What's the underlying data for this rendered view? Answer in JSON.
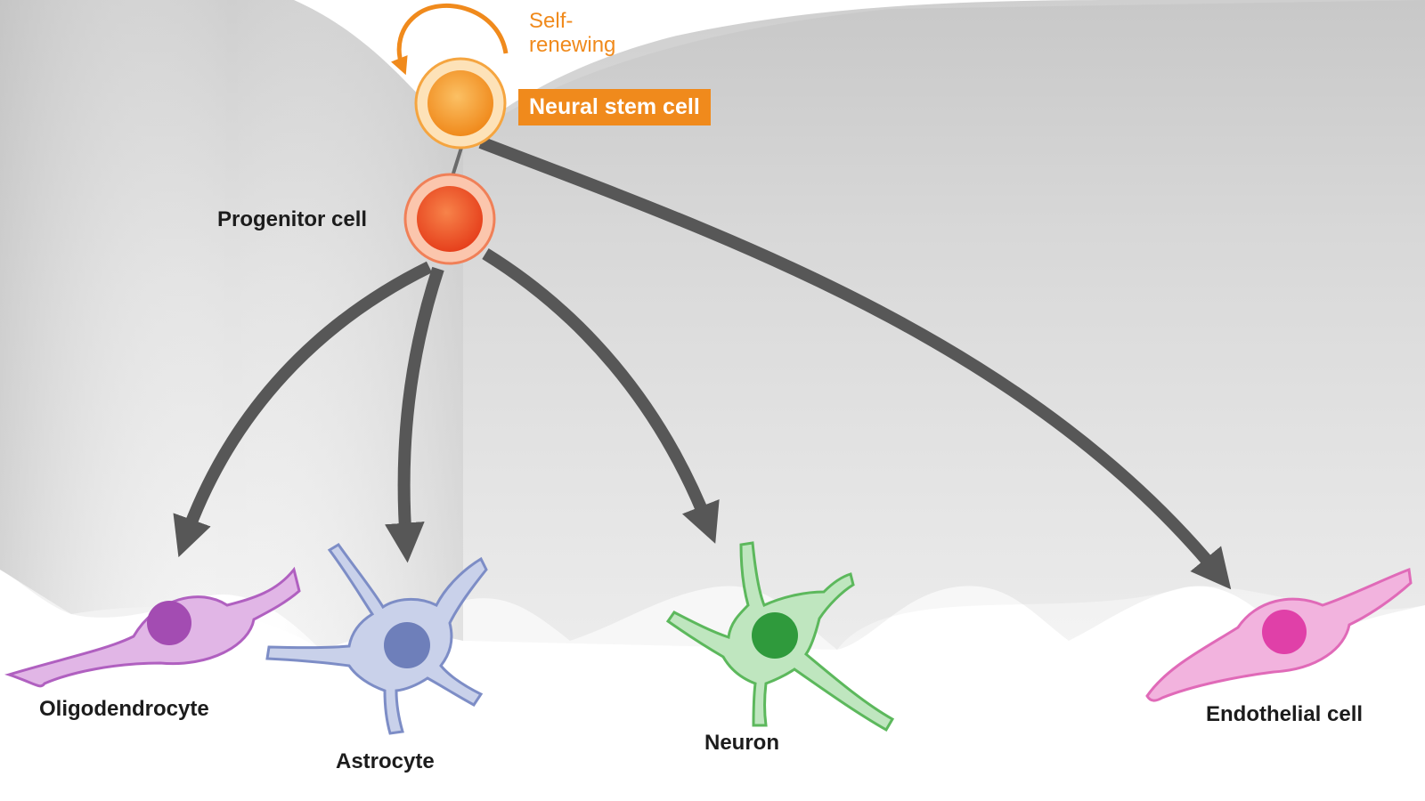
{
  "labels": {
    "self_renewing_line1": "Self-",
    "self_renewing_line2": "renewing",
    "stem_cell": "Neural stem cell",
    "progenitor": "Progenitor cell",
    "oligodendrocyte": "Oligodendrocyte",
    "astrocyte": "Astrocyte",
    "neuron": "Neuron",
    "endothelial": "Endothelial cell"
  },
  "colors": {
    "stem": "#f5a02a",
    "progenitor": "#ee5a2a",
    "accent_orange": "#f08a1c",
    "arrow": "#575757",
    "oligodendrocyte": "#c27ad0",
    "astrocyte": "#8595c8",
    "neuron": "#64c064",
    "endothelial": "#e876c4"
  }
}
